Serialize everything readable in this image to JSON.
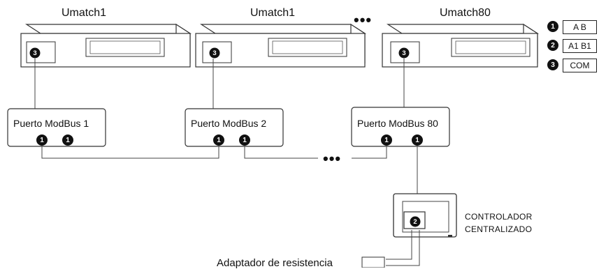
{
  "units": [
    {
      "label": "Umatch1",
      "marker": "3"
    },
    {
      "label": "Umatch1",
      "marker": "3"
    },
    {
      "label": "Umatch80",
      "marker": "3"
    }
  ],
  "ports": [
    {
      "label": "Puerto ModBus 1",
      "markers": [
        "1",
        "1"
      ]
    },
    {
      "label": "Puerto ModBus 2",
      "markers": [
        "1",
        "1"
      ]
    },
    {
      "label": "Puerto ModBus 80",
      "markers": [
        "1",
        "1"
      ]
    }
  ],
  "ellipsis_top": "•••",
  "ellipsis_bus": "•••",
  "legend": [
    {
      "marker": "1",
      "text": "A    B"
    },
    {
      "marker": "2",
      "text": "A1 B1"
    },
    {
      "marker": "3",
      "text": "COM"
    }
  ],
  "controller": {
    "line1": "CONTROLADOR",
    "line2": "CENTRALIZADO",
    "marker": "2"
  },
  "adapter_label": "Adaptador de resistencia"
}
